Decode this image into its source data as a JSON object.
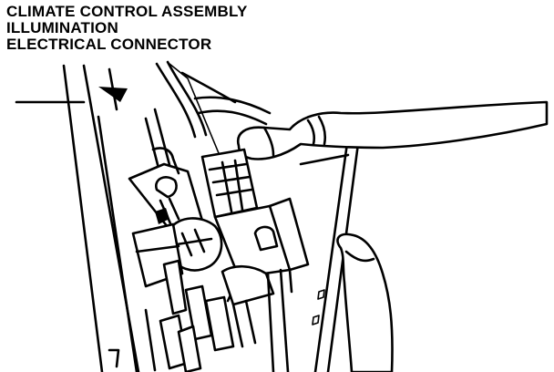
{
  "caption": {
    "line1": "CLIMATE CONTROL ASSEMBLY",
    "line2": "ILLUMINATION",
    "line3": "ELECTRICAL CONNECTOR"
  },
  "colors": {
    "ink": "#000000",
    "paper": "#ffffff"
  }
}
